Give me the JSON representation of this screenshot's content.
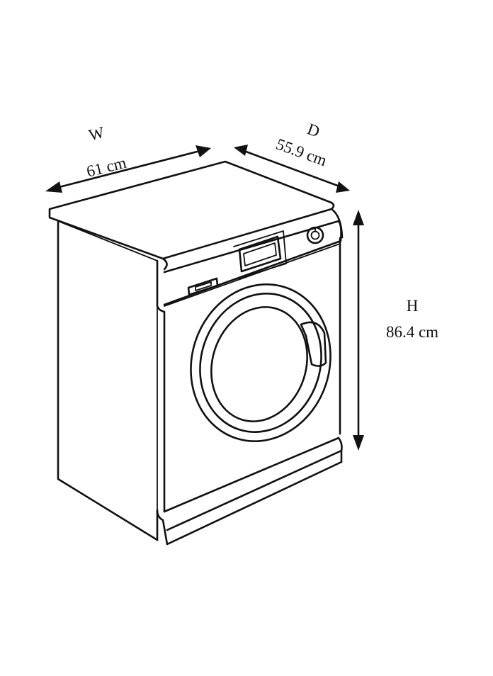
{
  "dimensions": {
    "width": {
      "letter": "W",
      "value": "61 cm"
    },
    "depth": {
      "letter": "D",
      "value": "55.9 cm"
    },
    "height": {
      "letter": "H",
      "value": "86.4 cm"
    }
  },
  "colors": {
    "line": "#111111",
    "background": "#ffffff"
  },
  "icons": {
    "appliance": "washing-machine-icon"
  }
}
